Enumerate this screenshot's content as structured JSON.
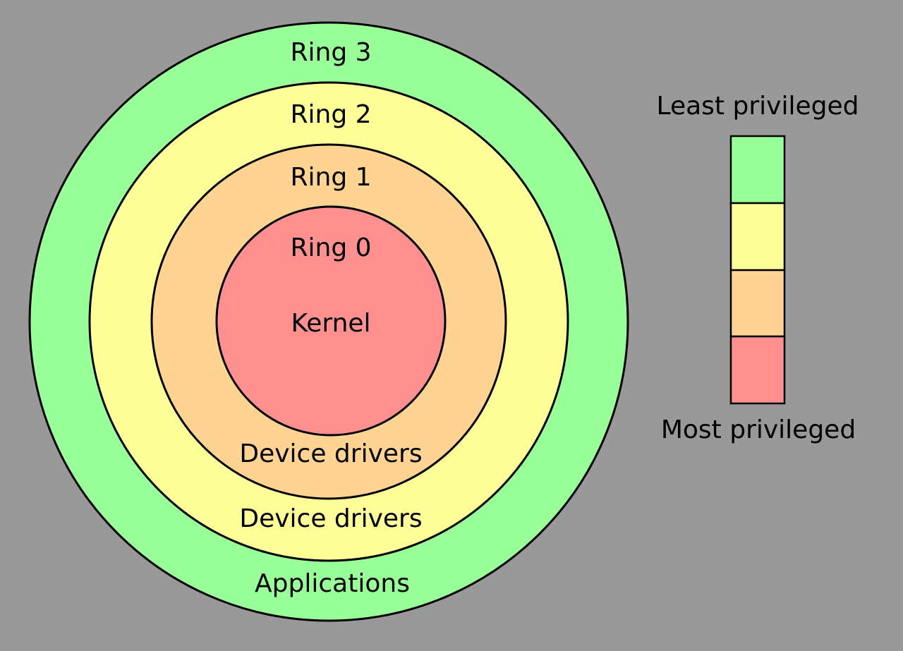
{
  "colors": {
    "background": "#999999",
    "ring3": "#99FF99",
    "ring2": "#FFFF99",
    "ring1": "#FFD391",
    "ring0": "#FF9090",
    "stroke": "#000000"
  },
  "rings": [
    {
      "label": "Ring 3",
      "role": "Applications"
    },
    {
      "label": "Ring 2",
      "role": "Device drivers"
    },
    {
      "label": "Ring 1",
      "role": "Device drivers"
    },
    {
      "label": "Ring 0",
      "role": "Kernel"
    }
  ],
  "legend": {
    "top_label": "Least privileged",
    "bottom_label": "Most privileged"
  }
}
